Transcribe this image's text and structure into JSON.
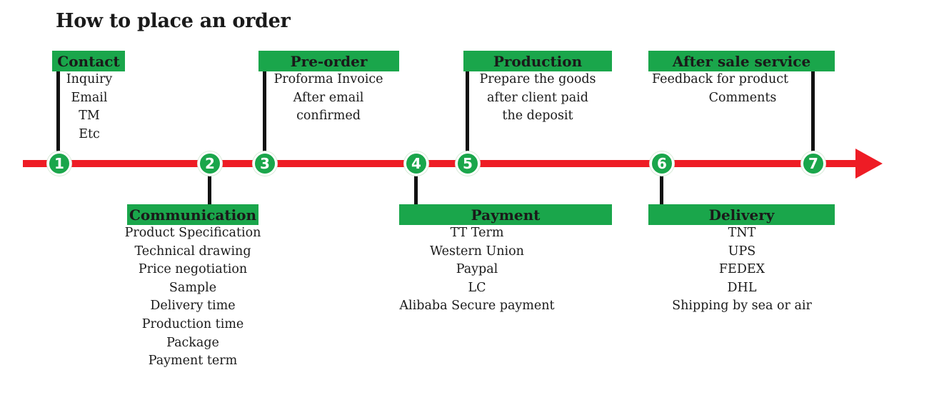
{
  "title": "How to place an order",
  "colors": {
    "line": "#ee1c25",
    "accent": "#1aa64b",
    "stem": "#111111"
  },
  "steps": [
    {
      "number": "1",
      "header": "Contact",
      "items": [
        "Inquiry",
        "Email",
        "TM",
        "Etc"
      ]
    },
    {
      "number": "2",
      "header": "Communication",
      "items": [
        "Product Specification",
        "Technical drawing",
        "Price negotiation",
        "Sample",
        "Delivery time",
        "Production time",
        "Package",
        "Payment term"
      ]
    },
    {
      "number": "3",
      "header": "Pre-order",
      "items": [
        "Proforma Invoice",
        "After email",
        "confirmed"
      ]
    },
    {
      "number": "4",
      "header": "Payment",
      "items": [
        "TT Term",
        "Western Union",
        "Paypal",
        "LC",
        "Alibaba Secure payment"
      ]
    },
    {
      "number": "5",
      "header": "Production",
      "items": [
        "Prepare the goods",
        "after client paid",
        "the deposit"
      ]
    },
    {
      "number": "6",
      "header": "Delivery",
      "items": [
        "TNT",
        "UPS",
        "FEDEX",
        "DHL",
        "Shipping by sea or air"
      ]
    },
    {
      "number": "7",
      "header": "After sale service",
      "items": [
        "Feedback for product",
        "Comments"
      ]
    }
  ]
}
